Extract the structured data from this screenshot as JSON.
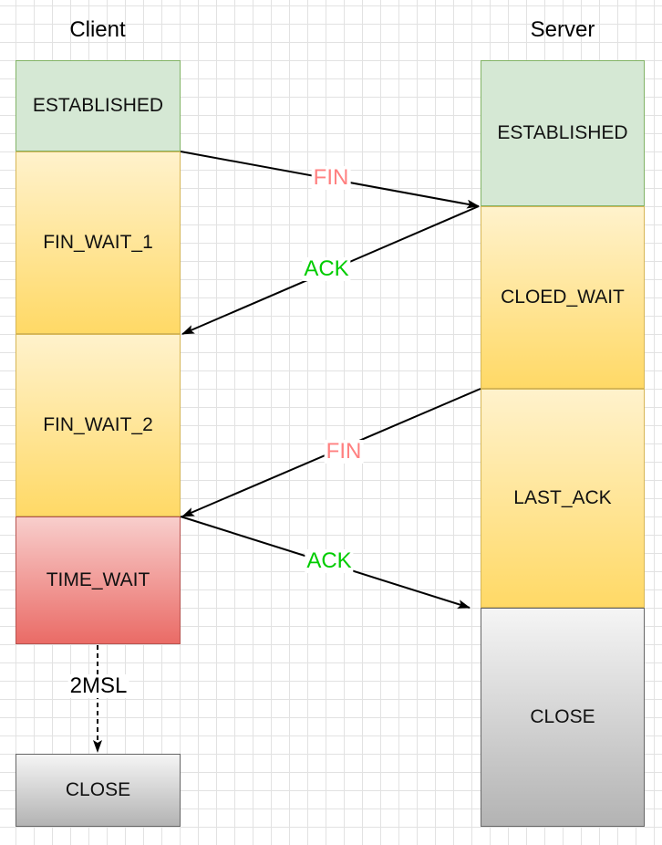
{
  "columns": {
    "client": "Client",
    "server": "Server"
  },
  "client_states": {
    "established": "ESTABLISHED",
    "fin_wait_1": "FIN_WAIT_1",
    "fin_wait_2": "FIN_WAIT_2",
    "time_wait": "TIME_WAIT",
    "close": "CLOSE"
  },
  "server_states": {
    "established": "ESTABLISHED",
    "close_wait": "CLOED_WAIT",
    "last_ack": "LAST_ACK",
    "close": "CLOSE"
  },
  "messages": {
    "fin_1": "FIN",
    "ack_1": "ACK",
    "fin_2": "FIN",
    "ack_2": "ACK"
  },
  "timer_label": "2MSL",
  "colors": {
    "fin": "#ff8080",
    "ack": "#00cc00",
    "established": "#d5e8d4",
    "wait": "#ffd966",
    "time_wait": "#ea6b66",
    "close": "#b3b3b3"
  }
}
